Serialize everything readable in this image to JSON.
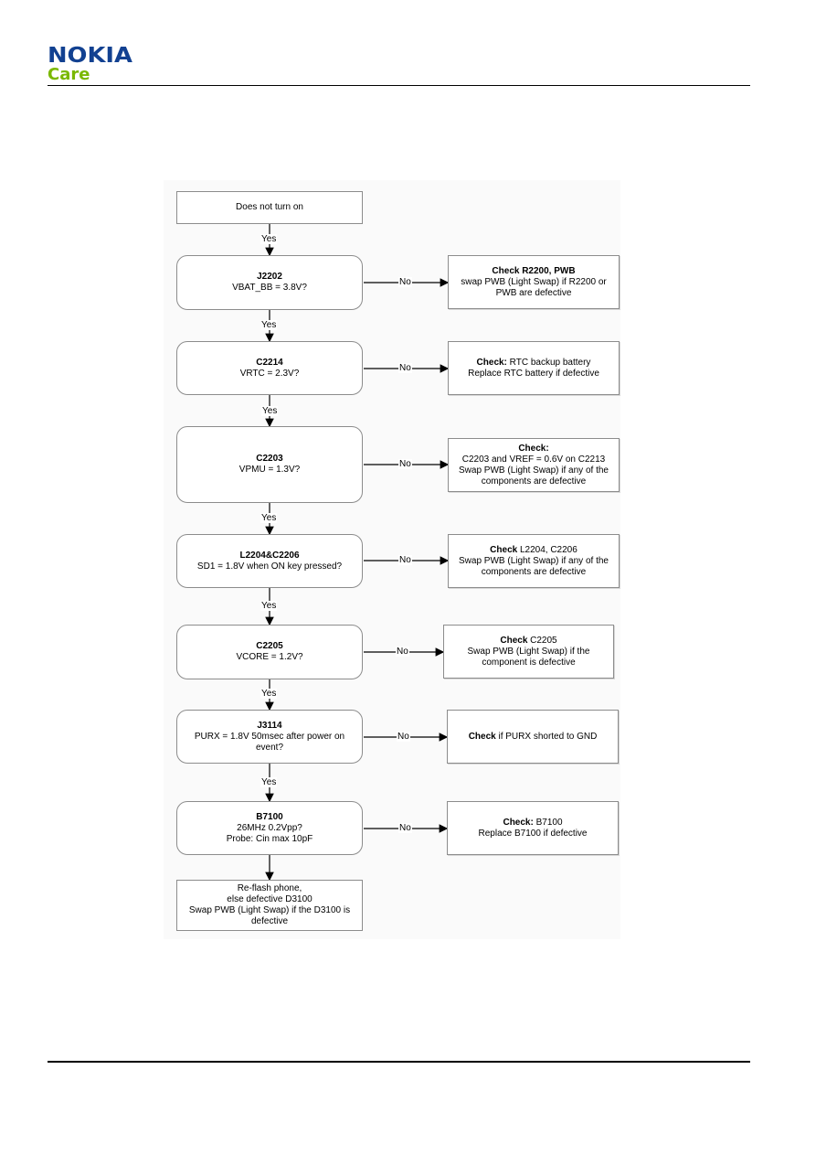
{
  "header": {
    "brand": "NOKIA",
    "sub_brand": "Care",
    "brand_color": "#124191",
    "sub_brand_color": "#7ab800"
  },
  "flow": {
    "start": "Does not turn on",
    "yes": "Yes",
    "no": "No",
    "steps": [
      {
        "title": "J2202",
        "lines": [
          "VBAT_BB = 3.8V?"
        ],
        "action_title": "Check R2200, PWB",
        "action_lines": [
          "swap PWB (Light Swap) if R2200 or",
          "PWB are defective"
        ]
      },
      {
        "title": "C2214",
        "lines": [
          "VRTC = 2.3V?"
        ],
        "action_title": "Check:",
        "action_title_rest": " RTC backup battery",
        "action_lines": [
          "Replace RTC battery if defective"
        ]
      },
      {
        "title": "C2203",
        "lines": [
          "VPMU = 1.3V?"
        ],
        "action_title": "Check:",
        "action_lines": [
          "C2203 and VREF = 0.6V on C2213",
          "Swap PWB (Light Swap) if any of the",
          "components are defective"
        ]
      },
      {
        "title": "L2204&C2206",
        "lines": [
          "SD1 = 1.8V when ON key pressed?"
        ],
        "action_title": "Check",
        "action_title_rest": " L2204, C2206",
        "action_lines": [
          "Swap PWB (Light Swap) if any of the",
          "components are defective"
        ]
      },
      {
        "title": "C2205",
        "lines": [
          "VCORE = 1.2V?"
        ],
        "action_title": "Check",
        "action_title_rest": " C2205",
        "action_lines": [
          "Swap PWB (Light Swap) if the",
          "component is defective"
        ]
      },
      {
        "title": "J3114",
        "lines": [
          "PURX = 1.8V 50msec after power on",
          "event?"
        ],
        "action_title": "Check",
        "action_title_rest": " if PURX shorted to GND",
        "action_lines": []
      },
      {
        "title": "B7100",
        "lines": [
          "26MHz 0.2Vpp?",
          "Probe: Cin max 10pF"
        ],
        "action_title": "Check:",
        "action_title_rest": " B7100",
        "action_lines": [
          "Replace B7100 if defective"
        ]
      }
    ],
    "end_lines": [
      "Re-flash phone,",
      "else defective D3100",
      "Swap PWB (Light Swap) if the D3100 is",
      "defective"
    ]
  }
}
